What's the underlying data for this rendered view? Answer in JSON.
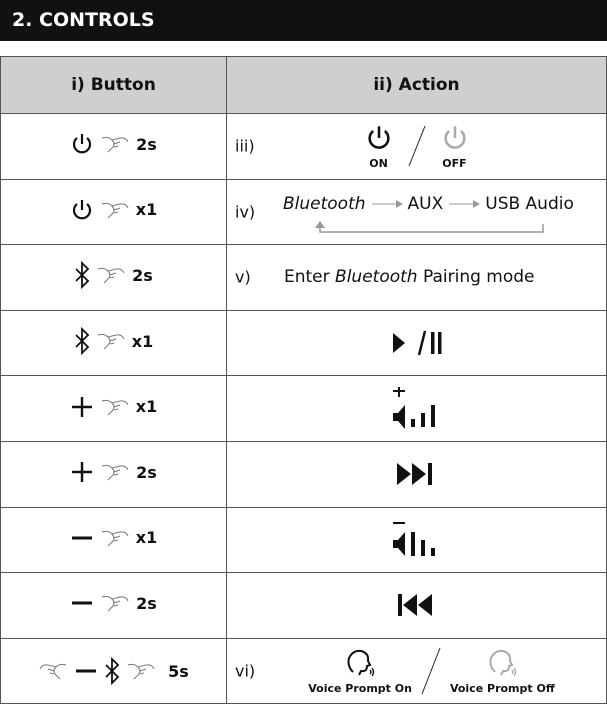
{
  "title": "2. CONTROLS",
  "headers": {
    "button": "i) Button",
    "action": "ii) Action"
  },
  "rows": [
    {
      "button_icon": "power-icon",
      "press": "2s",
      "marker": "iii)",
      "on": "ON",
      "off": "OFF"
    },
    {
      "button_icon": "power-icon",
      "press": "x1",
      "marker": "iv)",
      "modes": [
        "Bluetooth",
        "AUX",
        "USB Audio"
      ]
    },
    {
      "button_icon": "bluetooth-icon",
      "press": "2s",
      "marker": "v)",
      "text_pre": "Enter ",
      "text_it": "Bluetooth",
      "text_post": " Pairing mode"
    },
    {
      "button_icon": "bluetooth-icon",
      "press": "x1",
      "action_icon": "play-pause-icon"
    },
    {
      "button_icon": "plus-icon",
      "press": "x1",
      "action_icon": "volume-up-icon"
    },
    {
      "button_icon": "plus-icon",
      "press": "2s",
      "action_icon": "next-track-icon"
    },
    {
      "button_icon": "minus-icon",
      "press": "x1",
      "action_icon": "volume-down-icon"
    },
    {
      "button_icon": "minus-icon",
      "press": "2s",
      "action_icon": "previous-track-icon"
    },
    {
      "button_icon": "minus-bluetooth-icon",
      "press": "5s",
      "marker": "vi)",
      "on": "Voice Prompt On",
      "off": "Voice Prompt Off"
    }
  ],
  "colors": {
    "header_bg": "#111111",
    "table_head": "#cfcfcf",
    "off_gray": "#aaaaaa"
  }
}
